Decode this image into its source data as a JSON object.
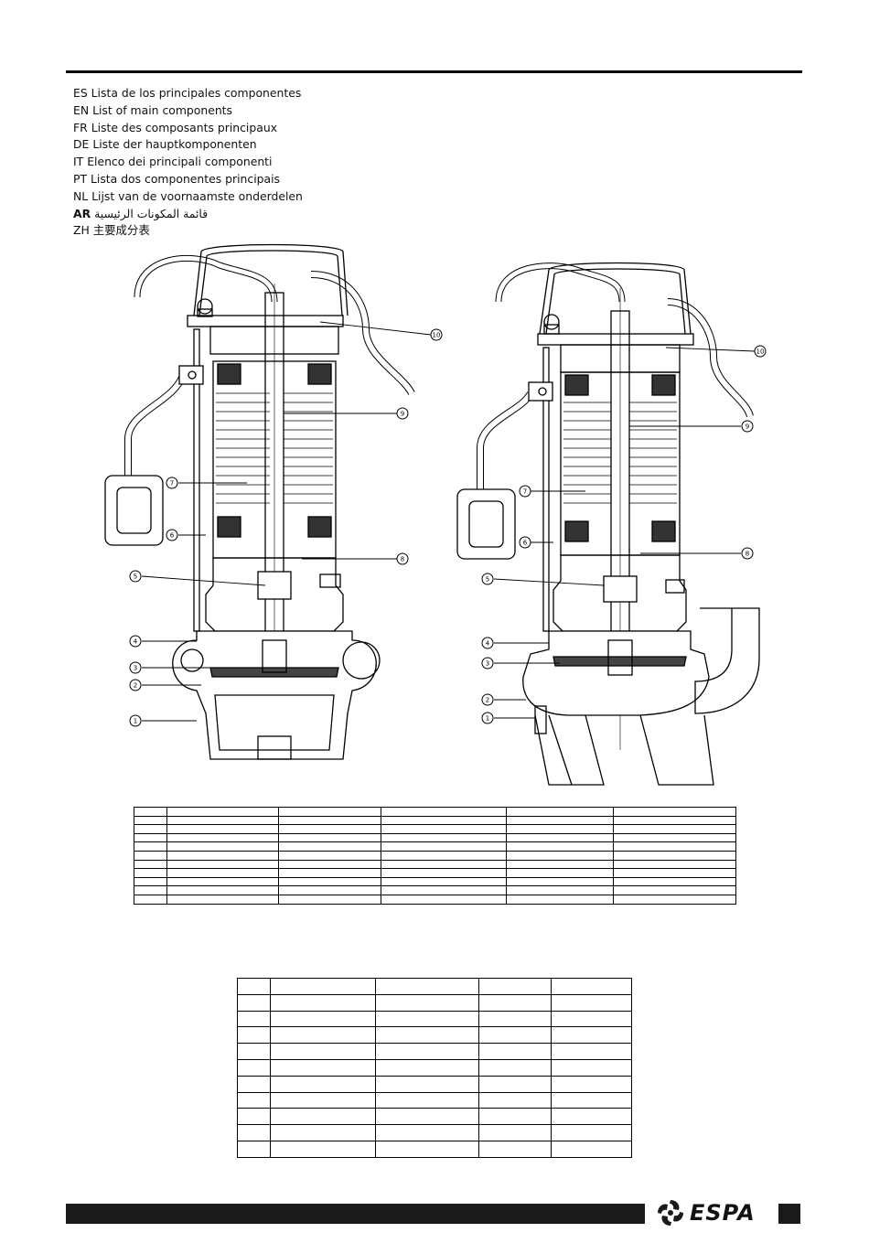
{
  "languages": [
    {
      "code": "ES",
      "text": "Lista de los principales componentes"
    },
    {
      "code": "EN",
      "text": "List of main components"
    },
    {
      "code": "FR",
      "text": "Liste des composants principaux"
    },
    {
      "code": "DE",
      "text": "Liste der hauptkomponenten"
    },
    {
      "code": "IT",
      "text": "Elenco dei principali componenti"
    },
    {
      "code": "PT",
      "text": "Lista dos componentes principais"
    },
    {
      "code": "NL",
      "text": "Lijst van de voornaamste onderdelen"
    },
    {
      "code": "AR",
      "text": "قائمة المكونات الرئيسية"
    },
    {
      "code": "ZH",
      "text": "主要成分表"
    }
  ],
  "callouts": [
    "1",
    "2",
    "3",
    "4",
    "5",
    "6",
    "7",
    "8",
    "9",
    "10"
  ],
  "brand": {
    "name": "ESPA",
    "icon": "espa-swirl-icon",
    "color": "#1a1a1a"
  },
  "table1": {
    "rows": 11,
    "cols": 6
  },
  "table2": {
    "rows": 11,
    "cols": 5
  }
}
